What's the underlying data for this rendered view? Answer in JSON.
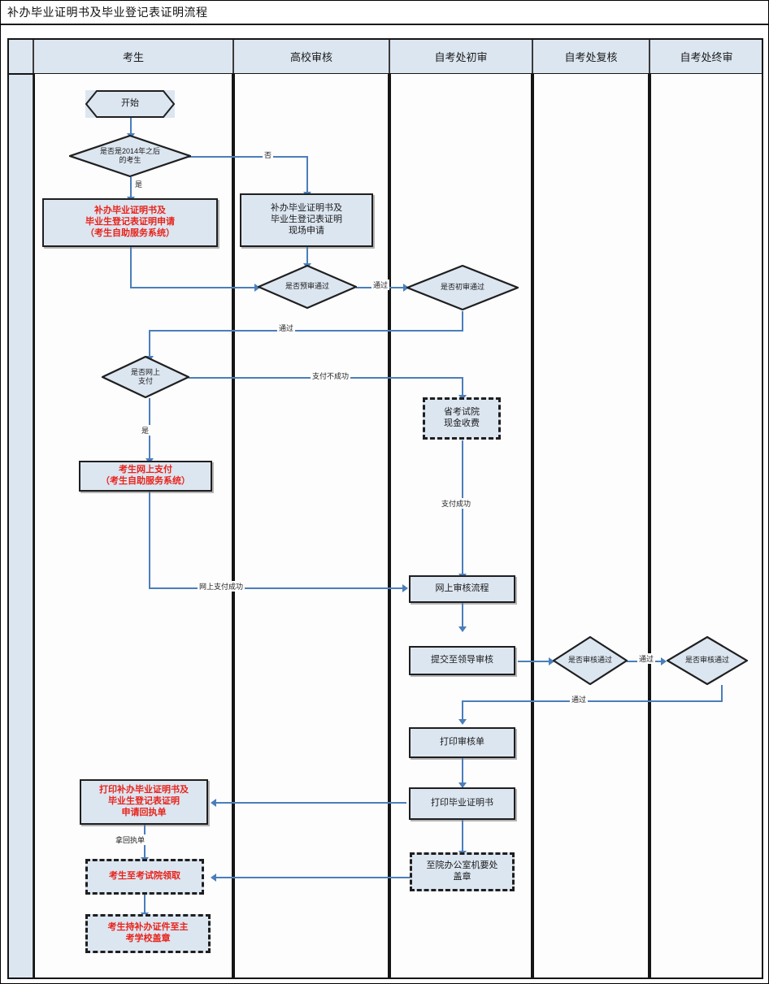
{
  "title": "补办毕业证明书及毕业登记表证明流程",
  "lanes": [
    {
      "label": "",
      "name": "lane-blank"
    },
    {
      "label": "考生",
      "name": "lane-candidate"
    },
    {
      "label": "高校审核",
      "name": "lane-university-review"
    },
    {
      "label": "自考处初审",
      "name": "lane-office-first-review"
    },
    {
      "label": "自考处复核",
      "name": "lane-office-recheck"
    },
    {
      "label": "自考处终审",
      "name": "lane-office-final-review"
    }
  ],
  "nodes": {
    "start": "开始",
    "d_year": "是否是2014年之后的考生",
    "p_online_apply": "补办毕业证明书及毕业生登记表证明申请（考生自助服务系统）",
    "p_onsite_apply": "补办毕业证明书及毕业生登记表证明现场申请",
    "d_pre_review": "是否预审通过",
    "d_first_review": "是否初审通过",
    "d_online_pay": "是否网上支付",
    "p_cash_pay": "省考试院现金收费",
    "p_pay_online": "考生网上支付（考生自助服务系统）",
    "p_online_flow": "网上审核流程",
    "p_submit_leader": "提交至领导审核",
    "d_recheck": "是否审核通过",
    "d_final": "是否审核通过",
    "p_print_sheet": "打印审核单",
    "p_print_cert": "打印毕业证明书",
    "p_print_receipt": "打印补办毕业证明书及毕业生登记表证明申请回执单",
    "p_seal": "至院办公室机要处盖章",
    "p_pickup": "考生至考试院领取",
    "p_school_seal": "考生持补办证件至主考学校盖章"
  },
  "node_lines": {
    "p_online_apply": [
      "补办毕业证明书及",
      "毕业生登记表证明申请",
      "（考生自助服务系统）"
    ],
    "p_onsite_apply": [
      "补办毕业证明书及",
      "毕业生登记表证明",
      "现场申请"
    ],
    "d_year": [
      "是否是2014年之后",
      "的考生"
    ],
    "d_online_pay": [
      "是否网上",
      "支付"
    ],
    "p_cash_pay": [
      "省考试院",
      "现金收费"
    ],
    "p_pay_online": [
      "考生网上支付",
      "（考生自助服务系统）"
    ],
    "p_print_receipt": [
      "打印补办毕业证明书及",
      "毕业生登记表证明",
      "申请回执单"
    ],
    "p_seal": [
      "至院办公室机要处",
      "盖章"
    ],
    "p_school_seal": [
      "考生持补办证件至主",
      "考学校盖章"
    ]
  },
  "edge_labels": {
    "no": "否",
    "yes": "是",
    "pre_pass": "通过",
    "first_pass": "通过",
    "pay_fail": "支付不成功",
    "pay_yes": "是",
    "pay_ok": "支付成功",
    "online_pay_ok": "网上支付成功",
    "recheck_pass": "通过",
    "final_pass": "通过",
    "receipt": "拿回执单"
  },
  "colors": {
    "shape_fill": "#dce6f1",
    "shape_border": "#1f1f1f",
    "connector": "#4a7ebb",
    "red_text": "#e8231a",
    "lane_header": "#dce6f1"
  }
}
